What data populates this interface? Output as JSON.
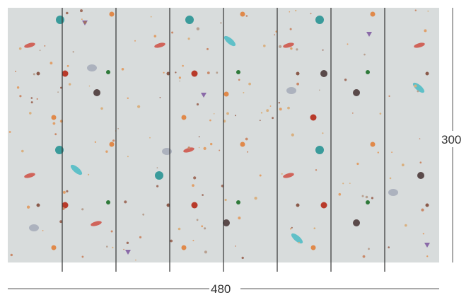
{
  "dimensions": {
    "width_label": "480",
    "height_label": "300"
  },
  "wallpaper": {
    "background_color": "#d8dcdc",
    "panel_count": 8,
    "panel_line_color": "#333333",
    "pattern_motifs": [
      "planet",
      "ufo",
      "rocket",
      "star-dust"
    ],
    "motif_colors": [
      "#3a9b9b",
      "#e0894a",
      "#c9594a",
      "#b83a2a",
      "#5a4a4a",
      "#7a5a9a",
      "#2f7a3a",
      "#5fc0c8",
      "#9aa0b0"
    ]
  }
}
